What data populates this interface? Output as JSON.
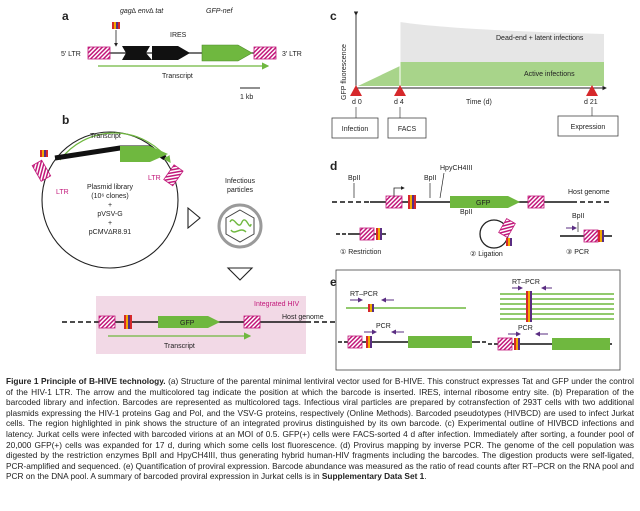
{
  "panel_labels": {
    "a": "a",
    "b": "b",
    "c": "c",
    "d": "d",
    "e": "e"
  },
  "panel_a": {
    "ltr5": "5′ LTR",
    "ltr3": "3′ LTR",
    "gag_env_tat": "gag∆ env∆ tat",
    "ires": "IRES",
    "gfp_nef": "GFP-nef",
    "transcript": "Transcript",
    "scale": "1 kb"
  },
  "panel_b": {
    "transcript": "Transcript",
    "ltr_left": "LTR",
    "ltr_right": "LTR",
    "library_line1": "Plasmid library",
    "library_line2": "(10⁶ clones)",
    "plus1": "+",
    "vsvg": "pVSV-G",
    "plus2": "+",
    "cmv": "pCMV∆R8.91",
    "infectious1": "Infectious",
    "infectious2": "particles",
    "integrated": "Integrated HIV",
    "gfp": "GFP",
    "host_genome": "Host genome",
    "transcript2": "Transcript"
  },
  "panel_c": {
    "ylabel": "GFP fluorescence",
    "dead_end": "Dead-end + latent infections",
    "active": "Active infections",
    "time": "Time (d)",
    "d0": "d 0",
    "d4": "d 4",
    "d21": "d 21",
    "infection": "Infection",
    "facs": "FACS",
    "expression": "Expression"
  },
  "panel_d": {
    "bpll_left": "BpII",
    "bpll_mid": "BpII",
    "hpych": "HpyCH4III",
    "gfp": "GFP",
    "host_genome": "Host genome",
    "bpll_ligation": "BpII",
    "bpll_pcr": "BpII",
    "step1": "① Restriction",
    "step2": "② Ligation",
    "step3": "③ PCR"
  },
  "panel_e": {
    "rt_pcr_left": "RT–PCR",
    "rt_pcr_right": "RT–PCR",
    "pcr_left": "PCR",
    "pcr_right": "PCR"
  },
  "caption": {
    "head": "Figure 1  Principle of B-HIVE technology.",
    "body": " (a) Structure of the parental minimal lentiviral vector used for B-HIVE. This construct expresses Tat and GFP under the control of the HIV-1 LTR. The arrow and the multicolored tag indicate the position at which the barcode is inserted. IRES, internal ribosome entry site. (b) Preparation of the barcoded library and infection. Barcodes are represented as multicolored tags. Infectious viral particles are prepared by cotransfection of 293T cells with two additional plasmids expressing the HIV-1 proteins Gag and Pol, and the VSV-G proteins, respectively (Online Methods). Barcoded pseudotypes (HIVBCD) are used to infect Jurkat cells. The region highlighted in pink shows the structure of an integrated provirus distinguished by its own barcode. (c) Experimental outline of HIVBCD infections and latency. Jurkat cells were infected with barcoded virions at an MOI of 0.5. GFP(+) cells were FACS-sorted 4 d after infection. Immediately after sorting, a founder pool of 20,000 GFP(+) cells was expanded for 17 d, during which some cells lost fluorescence. (d) Provirus mapping by inverse PCR. The genome of the cell population was digested by the restriction enzymes BpII and HpyCH4III, thus generating hybrid human-HIV fragments including the barcodes. The digestion products were self-ligated, PCR-amplified and sequenced. (e) Quantification of proviral expression. Barcode abundance was measured as the ratio of read counts after RT–PCR on the RNA pool and PCR on the DNA pool. A summary of barcoded proviral expression in Jurkat cells is in ",
    "link": "Supplementary Data Set 1",
    "end": "."
  },
  "colors": {
    "green": "#6fb83f",
    "light_green": "#a8d48a",
    "pink_region": "#f2d9e6",
    "magenta": "#c2187a",
    "red_marker": "#d6282b",
    "dead_end_fill": "#e6e6e6",
    "purple_arrow": "#5a2d82"
  }
}
